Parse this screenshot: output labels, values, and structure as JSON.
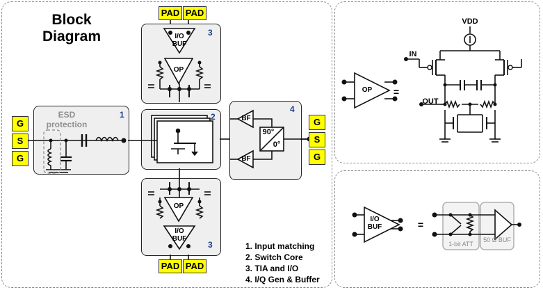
{
  "main": {
    "title_line1": "Block",
    "title_line2": "Diagram",
    "pad_label": "PAD",
    "gsg": [
      "G",
      "S",
      "G"
    ],
    "esd_label_line1": "ESD",
    "esd_label_line2": "protection",
    "block_numbers": [
      "1",
      "2",
      "3",
      "4",
      "3"
    ],
    "op_label": "OP",
    "io_buf_line1": "I/O",
    "io_buf_line2": "BUF",
    "bf_label": "BF",
    "phase_90": "90°",
    "phase_0": "0°",
    "legend": [
      "1. Input matching",
      "2. Switch Core",
      "3. TIA and I/O",
      "4. I/Q Gen & Buffer"
    ]
  },
  "op_panel": {
    "vdd_label": "VDD",
    "in_label": "IN",
    "out_label": "OUT",
    "op_label": "OP",
    "equals": "="
  },
  "buf_panel": {
    "io_line1": "I/O",
    "io_line2": "BUF",
    "equals": "=",
    "att_label": "1-bit ATT",
    "buf_label": "50 Ω BUF"
  },
  "colors": {
    "pad_yellow": "#ffff00",
    "number_blue": "#1f3f8f",
    "block_fill": "#efefef"
  }
}
